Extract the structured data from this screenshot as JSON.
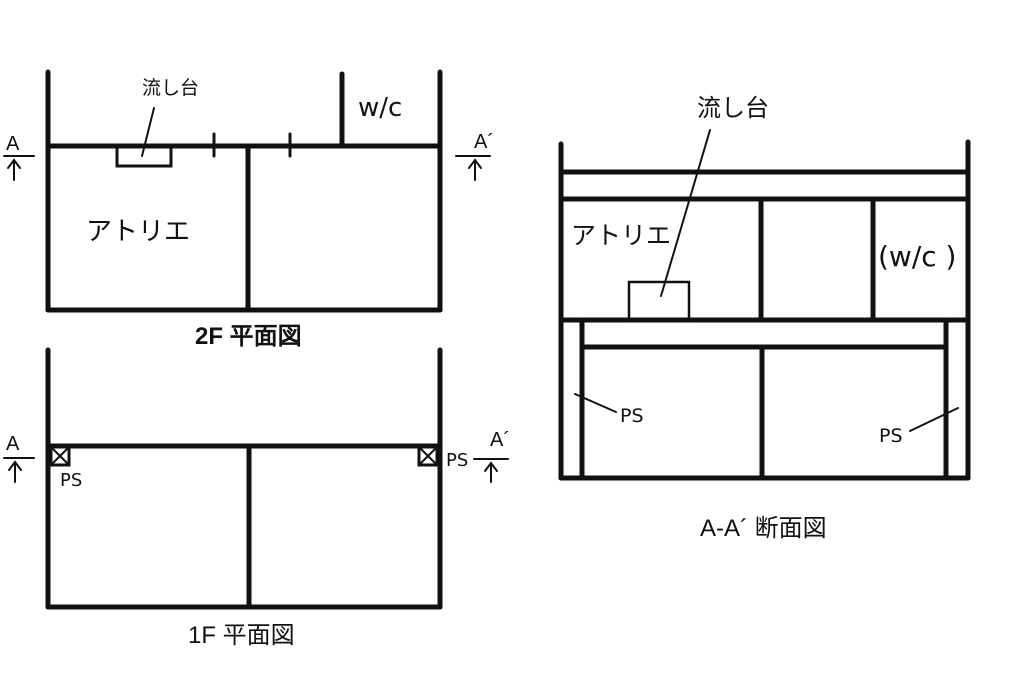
{
  "plan2f": {
    "title": "2F 平面図",
    "room_label": "アトリエ",
    "sink_label": "流し台",
    "wc_label": "w/c",
    "section_left": "A",
    "section_right": "A´"
  },
  "plan1f": {
    "title": "1F 平面図",
    "ps_left": "PS",
    "ps_right": "PS",
    "section_left": "A",
    "section_right": "A´"
  },
  "section": {
    "title": "A-A´ 断面図",
    "room_label": "アトリエ",
    "sink_label": "流し台",
    "wc_label": "(w/c )",
    "ps_left": "PS",
    "ps_right": "PS"
  }
}
